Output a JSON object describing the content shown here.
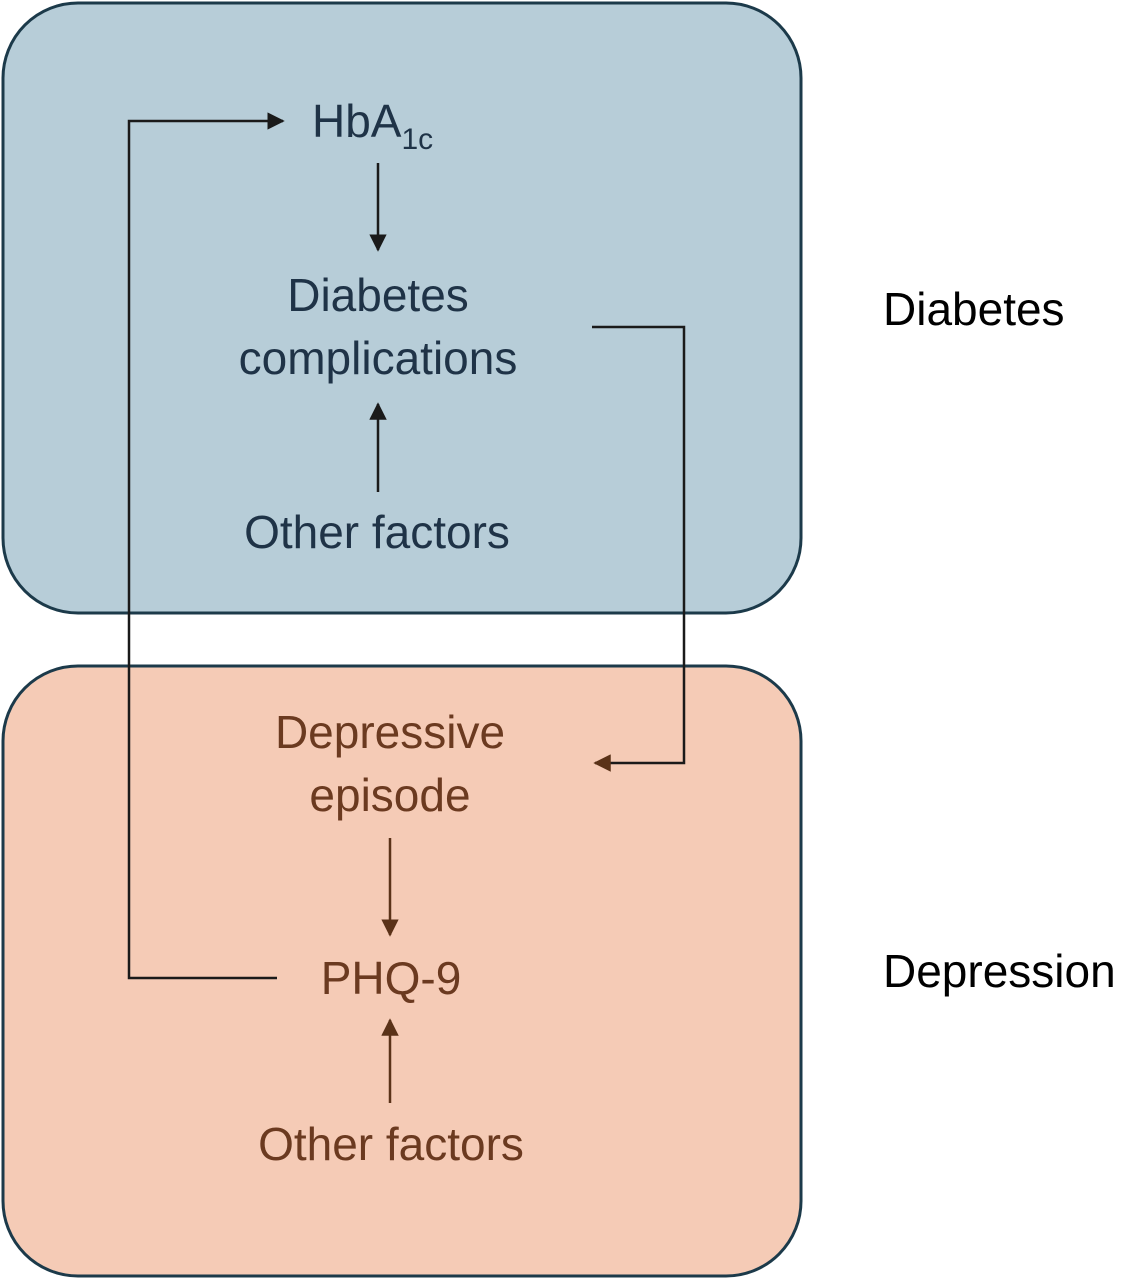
{
  "diagram": {
    "diabetes_box": {
      "label": "Diabetes",
      "color": "#b7cdd8",
      "nodes": {
        "hba1c_main": "HbA",
        "hba1c_sub": "1c",
        "complications_line1": "Diabetes",
        "complications_line2": "complications",
        "other_factors": "Other factors"
      }
    },
    "depression_box": {
      "label": "Depression",
      "color": "#f5cbb6",
      "nodes": {
        "episode_line1": "Depressive",
        "episode_line2": "episode",
        "phq9": "PHQ-9",
        "other_factors": "Other factors"
      }
    },
    "edges": [
      {
        "from": "HbA1c",
        "to": "Diabetes complications"
      },
      {
        "from": "Other factors",
        "to": "Diabetes complications"
      },
      {
        "from": "Diabetes complications",
        "to": "Depressive episode"
      },
      {
        "from": "Depressive episode",
        "to": "PHQ-9"
      },
      {
        "from": "Other factors",
        "to": "PHQ-9"
      },
      {
        "from": "PHQ-9",
        "to": "HbA1c"
      }
    ]
  }
}
